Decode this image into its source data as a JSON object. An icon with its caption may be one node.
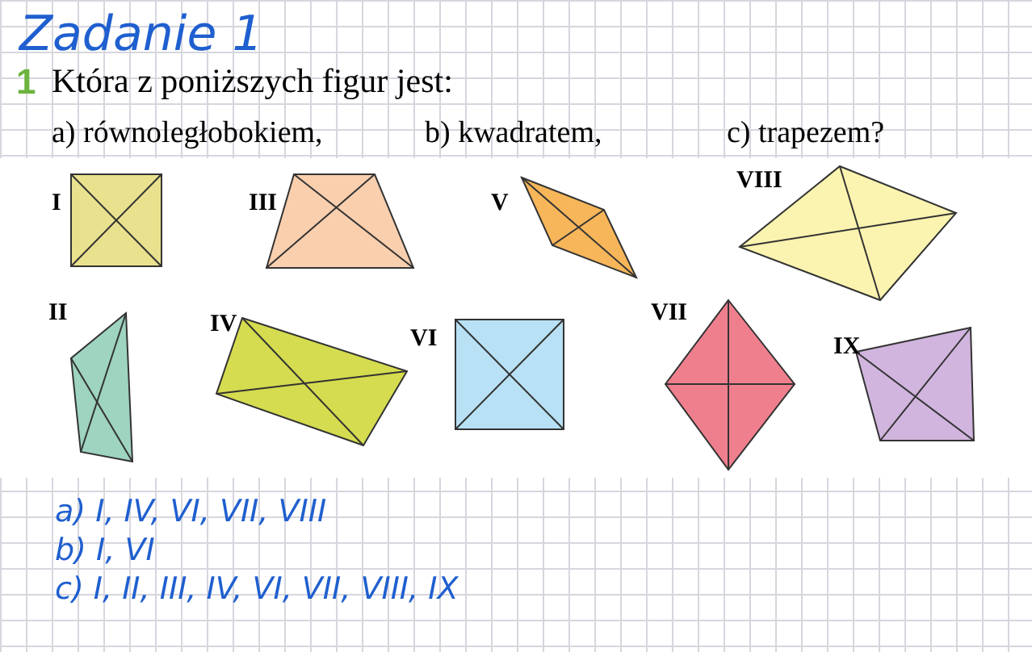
{
  "diagram": {
    "title": "Zadanie 1",
    "nodes": [
      {
        "text": [
          "I"
        ]
      },
      {
        "text": [
          "III"
        ]
      },
      {
        "text": [
          "V"
        ]
      },
      {
        "text": [
          "VIII"
        ]
      },
      {
        "text": [
          "II"
        ]
      },
      {
        "text": [
          "IV"
        ]
      },
      {
        "text": [
          "VI"
        ]
      },
      {
        "text": [
          "VII"
        ]
      },
      {
        "text": [
          "IX"
        ]
      }
    ],
    "labels": [
      "1",
      "Która z poniższych figur jest:",
      "a) równoległobokiem,",
      "b) kwadratem,",
      "c) trapezem?",
      "a) I, IV, VI, VII, VIII",
      "b) I, VI",
      "c) I, II, III, IV, VI, VII, VIII, IX"
    ]
  }
}
